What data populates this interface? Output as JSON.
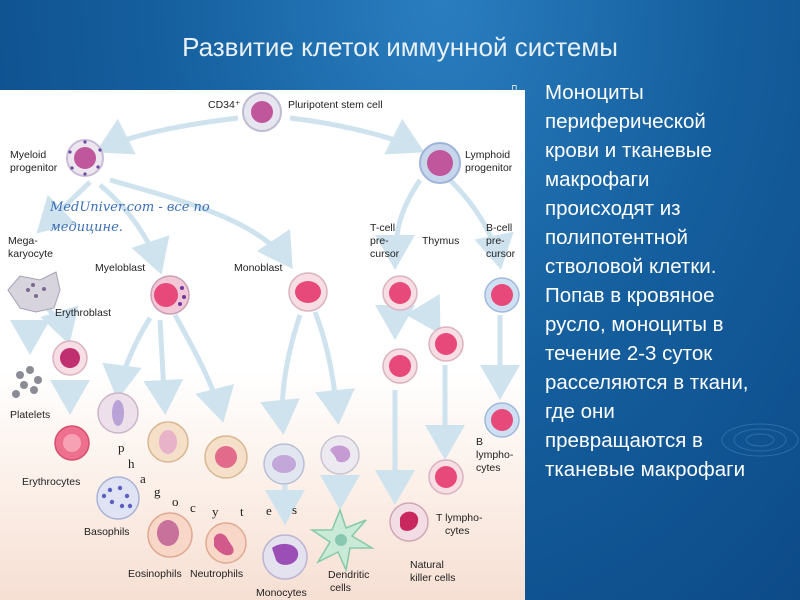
{
  "slide": {
    "title": "Развитие клеток иммунной системы",
    "bullet": "▯",
    "text": "Моноциты\nпериферической\nкрови и тканевые\nмакрофаги\nпроисходят из\nполипотентной\nстволовой клетки.\nПопав в кровяное\nрусло, моноциты в\nтечение 2-3 суток\nрасселяются в ткани,\nгде они\nпревращаются в\nтканевые макрофаги"
  },
  "diagram": {
    "watermark_line1": "MedUniver.com - все по",
    "watermark_line2": "медицине.",
    "labels": {
      "cd34": "CD34⁺",
      "stem": "Pluripotent stem cell",
      "myeloid_1": "Myeloid",
      "myeloid_2": "progenitor",
      "lymphoid_1": "Lymphoid",
      "lymphoid_2": "progenitor",
      "mega_1": "Mega-",
      "mega_2": "karyocyte",
      "myeloblast": "Myeloblast",
      "monoblast": "Monoblast",
      "tcell_1": "T-cell",
      "tcell_2": "pre-",
      "tcell_3": "cursor",
      "thymus": "Thymus",
      "bcell_1": "B-cell",
      "bcell_2": "pre-",
      "bcell_3": "cursor",
      "erythroblast": "Erythroblast",
      "platelets": "Platelets",
      "erythrocytes": "Erythrocytes",
      "basophils": "Basophils",
      "eosinophils": "Eosinophils",
      "neutrophils": "Neutrophils",
      "monocytes": "Monocytes",
      "dendritic_1": "Dendritic",
      "dendritic_2": "cells",
      "b_lymph_1": "B",
      "b_lymph_2": "lympho-",
      "b_lymph_3": "cytes",
      "t_lymph_1": "T lympho-",
      "t_lymph_2": "cytes",
      "nk_1": "Natural",
      "nk_2": "killer cells"
    },
    "phagocytes_letters": [
      "p",
      "h",
      "a",
      "g",
      "o",
      "c",
      "y",
      "t",
      "e",
      "s"
    ]
  }
}
